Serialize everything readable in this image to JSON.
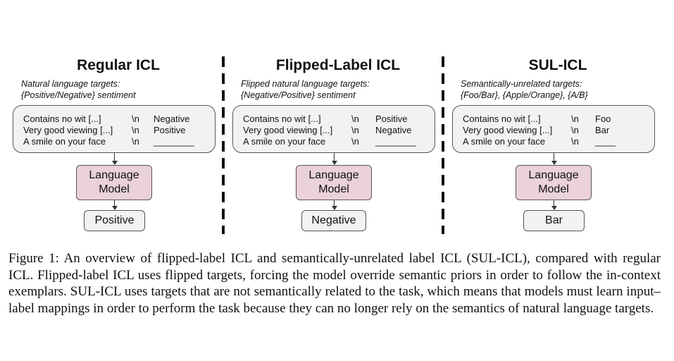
{
  "panels": [
    {
      "title": "Regular ICL",
      "targets_line1": "Natural language targets:",
      "targets_line2": "{Positive/Negative} sentiment",
      "rows": [
        {
          "input": "Contains no wit [...]",
          "sep": "\\n",
          "label": "Negative"
        },
        {
          "input": "Very good viewing [...]",
          "sep": "\\n",
          "label": "Positive"
        },
        {
          "input": "A smile on your face",
          "sep": "\\n",
          "label": "________"
        }
      ],
      "model_line1": "Language",
      "model_line2": "Model",
      "output": "Positive"
    },
    {
      "title": "Flipped-Label ICL",
      "targets_line1": "Flipped natural language targets:",
      "targets_line2": "{Negative/Positive} sentiment",
      "rows": [
        {
          "input": "Contains no wit [...]",
          "sep": "\\n",
          "label": "Positive"
        },
        {
          "input": "Very good viewing [...]",
          "sep": "\\n",
          "label": "Negative"
        },
        {
          "input": "A smile on your face",
          "sep": "\\n",
          "label": "________"
        }
      ],
      "model_line1": "Language",
      "model_line2": "Model",
      "output": "Negative"
    },
    {
      "title": "SUL-ICL",
      "targets_line1": "Semantically-unrelated targets:",
      "targets_line2": "{Foo/Bar}, {Apple/Orange}, {A/B}",
      "rows": [
        {
          "input": "Contains no wit [...]",
          "sep": "\\n",
          "label": "Foo"
        },
        {
          "input": "Very good viewing [...]",
          "sep": "\\n",
          "label": "Bar"
        },
        {
          "input": "A smile on your face",
          "sep": "\\n",
          "label": "____"
        }
      ],
      "model_line1": "Language",
      "model_line2": "Model",
      "output": "Bar"
    }
  ],
  "caption": "Figure 1:  An overview of flipped-label ICL and semantically-unrelated label ICL (SUL-ICL), compared with regular ICL. Flipped-label ICL uses flipped targets, forcing the model override semantic priors in order to follow the in-context exemplars.  SUL-ICL uses targets that are not semantically related to the task, which means that models must learn input–label mappings in order to perform the task because they can no longer rely on the semantics of natural language targets."
}
